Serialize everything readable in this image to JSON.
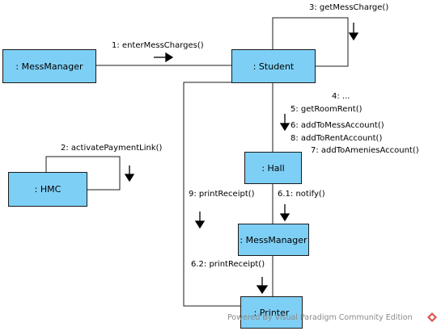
{
  "objects": {
    "mess_manager_left": ": MessManager",
    "student": ": Student",
    "hmc": ": HMC",
    "hall": ": Hall",
    "mess_manager_center": ": MessManager",
    "printer": ": Printer"
  },
  "messages": {
    "m1": "1: enterMessCharges()",
    "m2": "2: activatePaymentLink()",
    "m3": "3: getMessCharge()",
    "m4": "4: ...",
    "m5": "5: getRoomRent()",
    "m6": "6: addToMessAccount()",
    "m8": "8: addToRentAccount()",
    "m7": "7: addToAmeniesAccount()",
    "m61": "6.1: notify()",
    "m9": "9: printReceipt()",
    "m62": "6.2: printReceipt()"
  },
  "watermark": "Powered By Visual Paradigm Community Edition",
  "colors": {
    "object_fill": "#7ecff5",
    "line": "#1b1b1b",
    "logo": "#d9534f"
  }
}
